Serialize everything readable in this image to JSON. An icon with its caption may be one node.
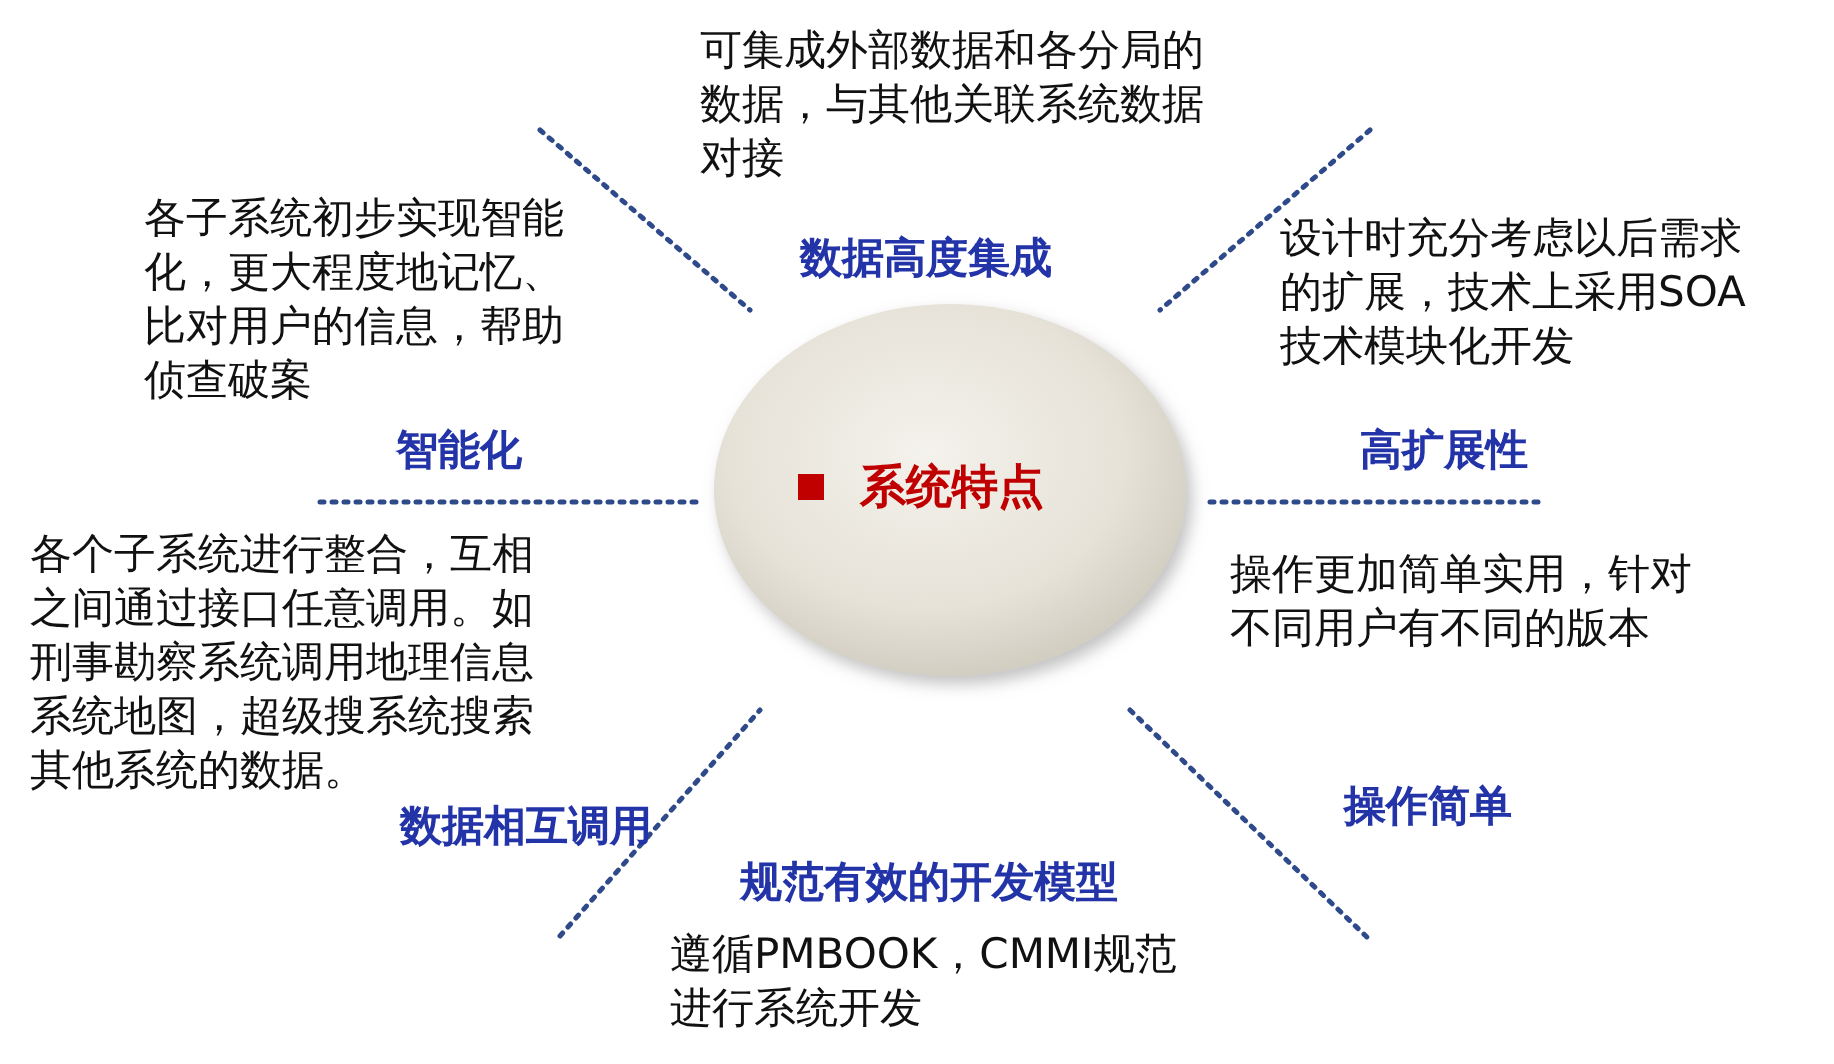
{
  "diagram": {
    "nodes": [
      {
        "text": [
          "系统特点"
        ]
      }
    ],
    "labels": [
      "可集成外部数据和各分局的数据，与其他关联系统数据对接",
      "各子系统初步实现智能化，更大程度地记忆、比对用户的信息，帮助侦查破案",
      "数据高度集成",
      "设计时充分考虑以后需求的扩展，技术上采用SOA技术模块化开发",
      "智能化",
      "高扩展性",
      "各个子系统进行整合，互相之间通过接口任意调用。如刑事勘察系统调用地理信息系统地图，超级搜系统搜索其他系统的数据。",
      "操作更加简单实用，针对不同用户有不同的版本",
      "操作简单",
      "数据相互调用",
      "规范有效的开发模型",
      "遵循PMBOOK，CMMI规范进行系统开发"
    ]
  }
}
